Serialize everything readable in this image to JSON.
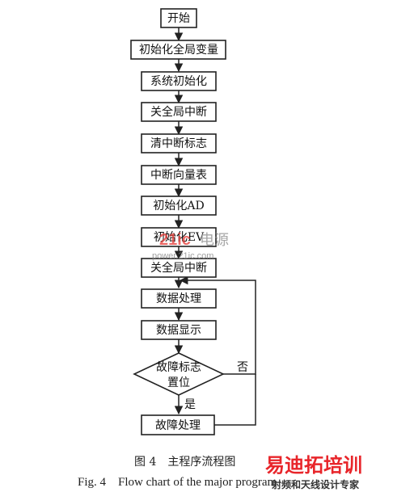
{
  "nodes": {
    "start": "开始",
    "init_global_vars": "初始化全局变量",
    "sys_init": "系统初始化",
    "disable_int_1": "关全局中断",
    "clear_int_flag": "清中断标志",
    "int_vector_table": "中断向量表",
    "init_ad": "初始化AD",
    "init_ev": "初始化EV",
    "disable_int_2": "关全局中断",
    "data_processing": "数据处理",
    "data_display": "数据显示",
    "fault_flag_line1": "故障标志",
    "fault_flag_line2": "置位",
    "fault_handling": "故障处理"
  },
  "edges": {
    "yes": "是",
    "no": "否"
  },
  "caption": {
    "cn": "图 4　主程序流程图",
    "en": "Fig. 4　Flow chart of the major program"
  },
  "watermark": {
    "brand_red": "21ic",
    "brand_gray": "电源",
    "url": "power.21ic.com",
    "brand_logo": "易迪拓培训",
    "tagline": "射频和天线设计专家"
  }
}
